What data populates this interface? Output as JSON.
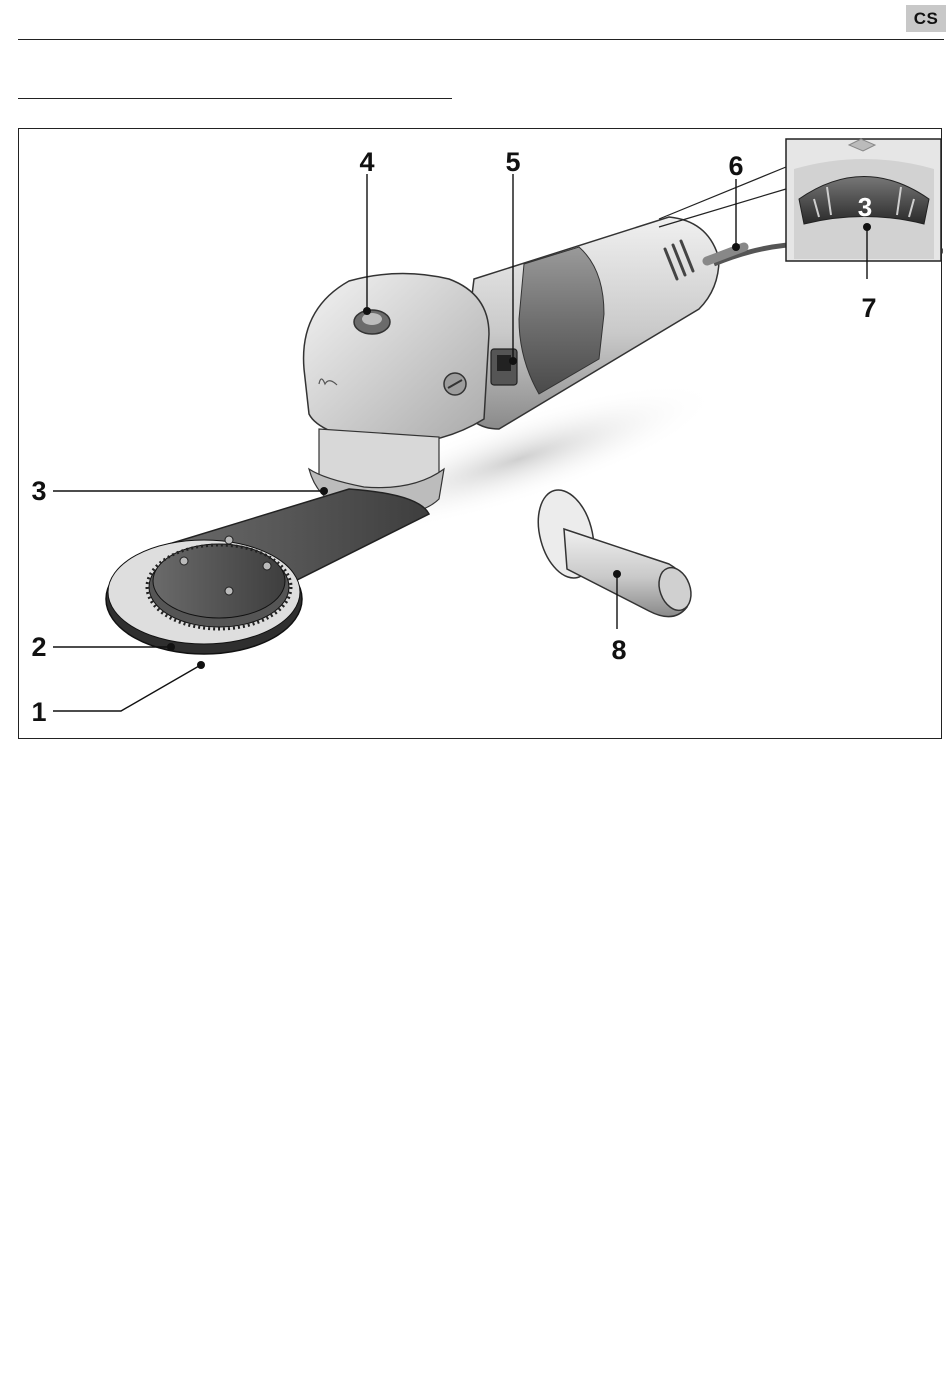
{
  "header": {
    "lang_badge": "CS"
  },
  "figure": {
    "callouts": [
      {
        "id": "1",
        "label": "1"
      },
      {
        "id": "2",
        "label": "2"
      },
      {
        "id": "3",
        "label": "3"
      },
      {
        "id": "4",
        "label": "4"
      },
      {
        "id": "5",
        "label": "5"
      },
      {
        "id": "6",
        "label": "6"
      },
      {
        "id": "7",
        "label": "7"
      },
      {
        "id": "8",
        "label": "8"
      }
    ],
    "speed_dial_value": "3"
  }
}
